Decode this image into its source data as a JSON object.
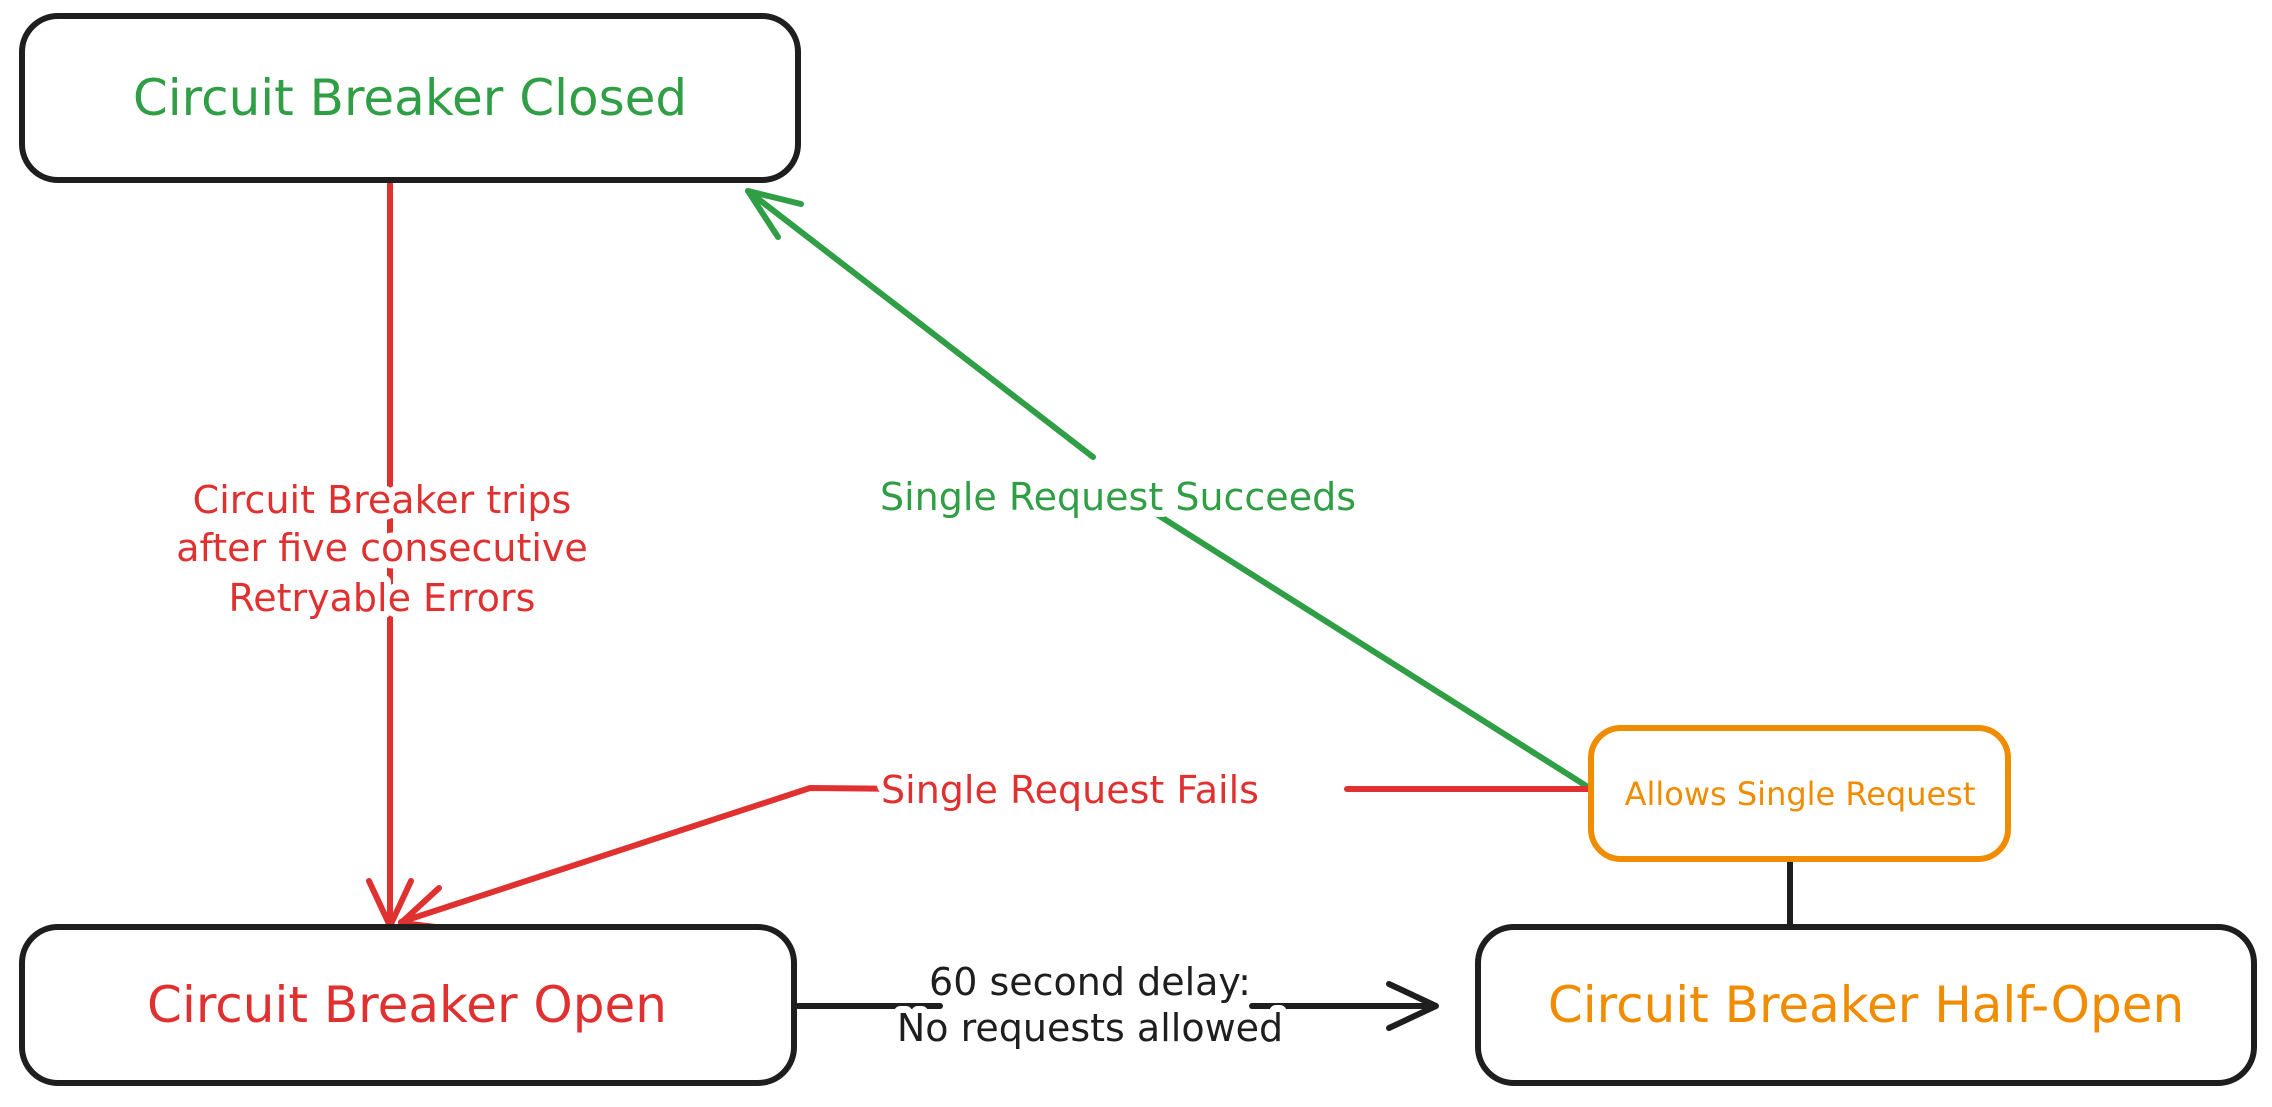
{
  "palette": {
    "green": "#2f9e44",
    "red": "#e03131",
    "orange": "#f08c00",
    "black": "#1e1e1e",
    "white": "#ffffff"
  },
  "nodes": {
    "closed": {
      "label": "Circuit Breaker Closed"
    },
    "open": {
      "label": "Circuit Breaker Open"
    },
    "half_open": {
      "label": "Circuit Breaker Half-Open"
    },
    "allows_single_request": {
      "label": "Allows Single Request"
    }
  },
  "edges": {
    "trips": {
      "label_line1": "Circuit Breaker trips",
      "label_line2": "after five consecutive",
      "label_line3": "Retryable Errors"
    },
    "single_request_succeeds": {
      "label": "Single Request Succeeds"
    },
    "single_request_fails": {
      "label": "Single Request Fails"
    },
    "delay": {
      "label_line1": "60 second delay:",
      "label_line2": "No requests allowed"
    }
  }
}
